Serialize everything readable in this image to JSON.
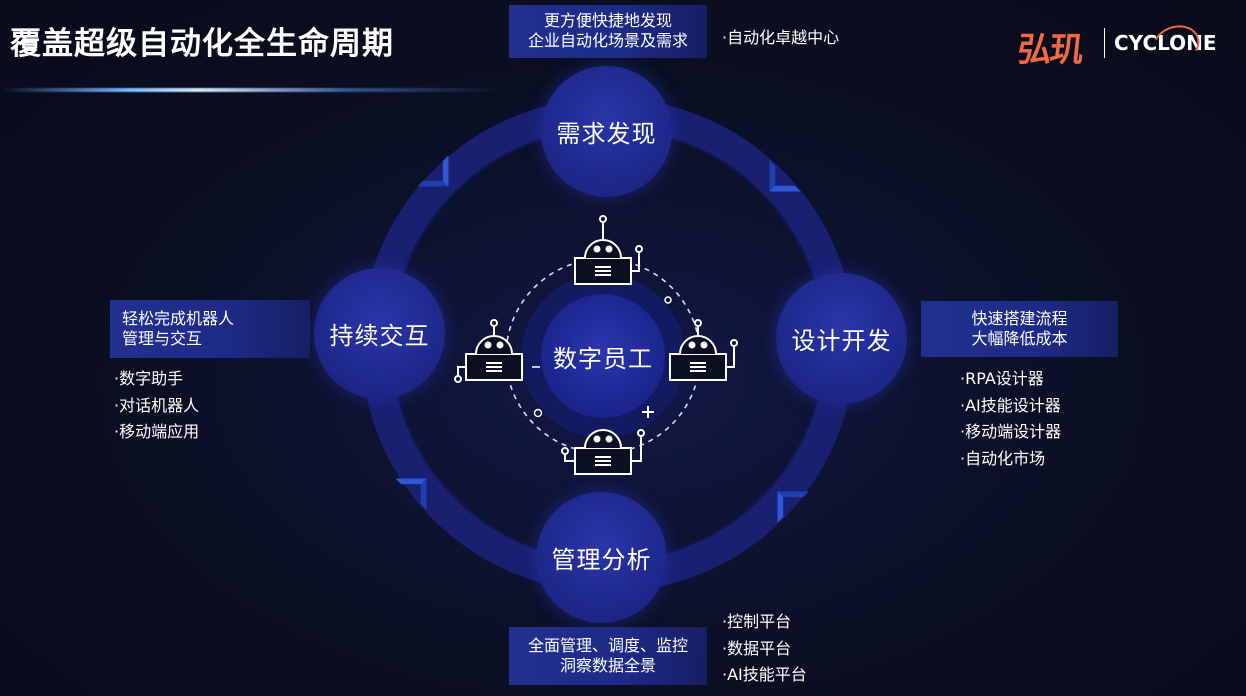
{
  "title": "覆盖超级自动化全生命周期",
  "logo": {
    "cn": "弘玑",
    "en": "CYCLONE"
  },
  "center": {
    "label": "数字员工"
  },
  "nodes": {
    "top": "需求发现",
    "right": "设计开发",
    "bottom": "管理分析",
    "left": "持续交互"
  },
  "top_box": {
    "line1": "更方便快捷地发现",
    "line2": "企业自动化场景及需求"
  },
  "top_note": "·自动化卓越中心",
  "right_box": {
    "line1": "快速搭建流程",
    "line2": "大幅降低成本"
  },
  "right_list": [
    "·RPA设计器",
    "·AI技能设计器",
    "·移动端设计器",
    "·自动化市场"
  ],
  "bottom_box": {
    "line1": "全面管理、调度、监控",
    "line2": "洞察数据全景"
  },
  "bottom_list": [
    "·控制平台",
    "·数据平台",
    "·AI技能平台"
  ],
  "left_box": {
    "line1": "轻松完成机器人",
    "line2": "管理与交互"
  },
  "left_list": [
    "·数字助手",
    "·对话机器人",
    "·移动端应用"
  ],
  "colors": {
    "background": "#0b0f22",
    "node_fill": "#1f2a8e",
    "ring": "#1a2278",
    "arrow": "#2f57d6",
    "brand_orange": "#f26a3d"
  },
  "icons": [
    "robot-icon",
    "chevron-arrow-icon",
    "plus-icon"
  ]
}
